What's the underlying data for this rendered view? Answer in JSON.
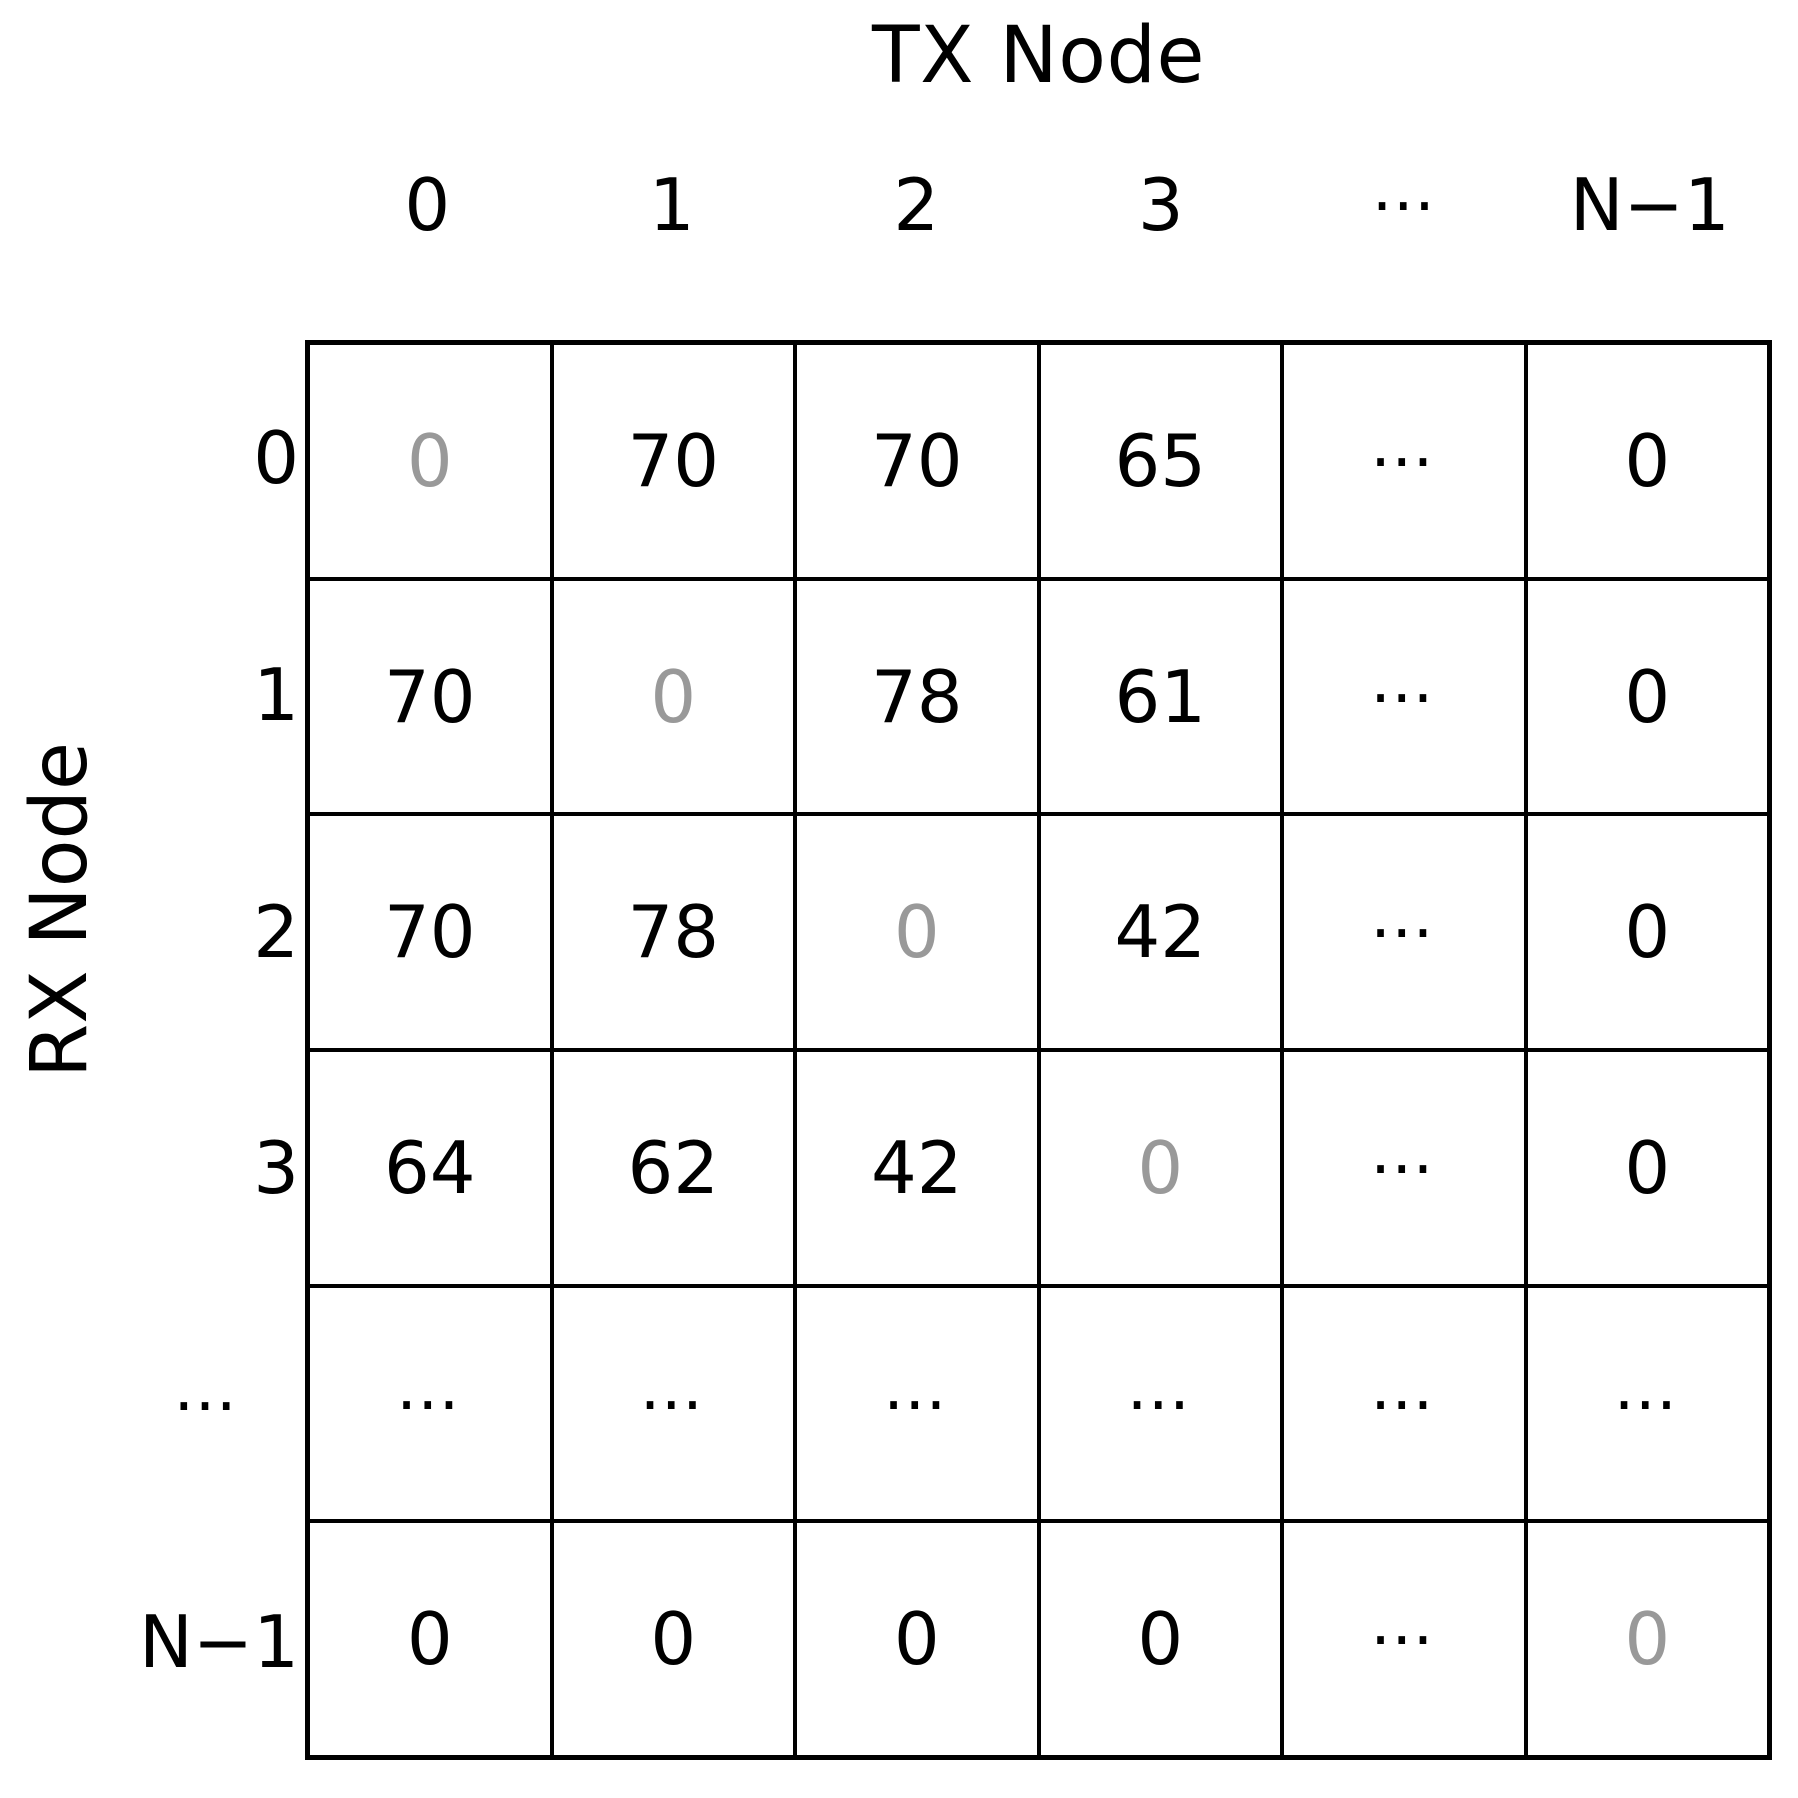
{
  "axes": {
    "column_axis_label": "TX Node",
    "row_axis_label": "RX Node"
  },
  "chart_data": {
    "type": "table",
    "title": "TX Node",
    "xlabel": "TX Node",
    "ylabel": "RX Node",
    "column_headers": [
      "0",
      "1",
      "2",
      "3",
      "⋯",
      "N−1"
    ],
    "row_headers": [
      "0",
      "1",
      "2",
      "3",
      "⋯",
      "N−1"
    ],
    "diagonal_color": "#999999",
    "value_color": "#000000",
    "grid": true,
    "rows": [
      {
        "header": "0",
        "cells": [
          {
            "text": "0",
            "diagonal": true,
            "ellipsis": false
          },
          {
            "text": "70",
            "diagonal": false,
            "ellipsis": false
          },
          {
            "text": "70",
            "diagonal": false,
            "ellipsis": false
          },
          {
            "text": "65",
            "diagonal": false,
            "ellipsis": false
          },
          {
            "text": "⋯",
            "diagonal": false,
            "ellipsis": true
          },
          {
            "text": "0",
            "diagonal": false,
            "ellipsis": false
          }
        ]
      },
      {
        "header": "1",
        "cells": [
          {
            "text": "70",
            "diagonal": false,
            "ellipsis": false
          },
          {
            "text": "0",
            "diagonal": true,
            "ellipsis": false
          },
          {
            "text": "78",
            "diagonal": false,
            "ellipsis": false
          },
          {
            "text": "61",
            "diagonal": false,
            "ellipsis": false
          },
          {
            "text": "⋯",
            "diagonal": false,
            "ellipsis": true
          },
          {
            "text": "0",
            "diagonal": false,
            "ellipsis": false
          }
        ]
      },
      {
        "header": "2",
        "cells": [
          {
            "text": "70",
            "diagonal": false,
            "ellipsis": false
          },
          {
            "text": "78",
            "diagonal": false,
            "ellipsis": false
          },
          {
            "text": "0",
            "diagonal": true,
            "ellipsis": false
          },
          {
            "text": "42",
            "diagonal": false,
            "ellipsis": false
          },
          {
            "text": "⋯",
            "diagonal": false,
            "ellipsis": true
          },
          {
            "text": "0",
            "diagonal": false,
            "ellipsis": false
          }
        ]
      },
      {
        "header": "3",
        "cells": [
          {
            "text": "64",
            "diagonal": false,
            "ellipsis": false
          },
          {
            "text": "62",
            "diagonal": false,
            "ellipsis": false
          },
          {
            "text": "42",
            "diagonal": false,
            "ellipsis": false
          },
          {
            "text": "0",
            "diagonal": true,
            "ellipsis": false
          },
          {
            "text": "⋯",
            "diagonal": false,
            "ellipsis": true
          },
          {
            "text": "0",
            "diagonal": false,
            "ellipsis": false
          }
        ]
      },
      {
        "header": "⋯",
        "cells": [
          {
            "text": "⋯",
            "diagonal": false,
            "ellipsis": true
          },
          {
            "text": "⋯",
            "diagonal": false,
            "ellipsis": true
          },
          {
            "text": "⋯",
            "diagonal": false,
            "ellipsis": true
          },
          {
            "text": "⋯",
            "diagonal": false,
            "ellipsis": true
          },
          {
            "text": "⋯",
            "diagonal": false,
            "ellipsis": true
          },
          {
            "text": "⋯",
            "diagonal": false,
            "ellipsis": true
          }
        ]
      },
      {
        "header": "N−1",
        "cells": [
          {
            "text": "0",
            "diagonal": false,
            "ellipsis": false
          },
          {
            "text": "0",
            "diagonal": false,
            "ellipsis": false
          },
          {
            "text": "0",
            "diagonal": false,
            "ellipsis": false
          },
          {
            "text": "0",
            "diagonal": false,
            "ellipsis": false
          },
          {
            "text": "⋯",
            "diagonal": false,
            "ellipsis": true
          },
          {
            "text": "0",
            "diagonal": true,
            "ellipsis": false
          }
        ]
      }
    ]
  }
}
